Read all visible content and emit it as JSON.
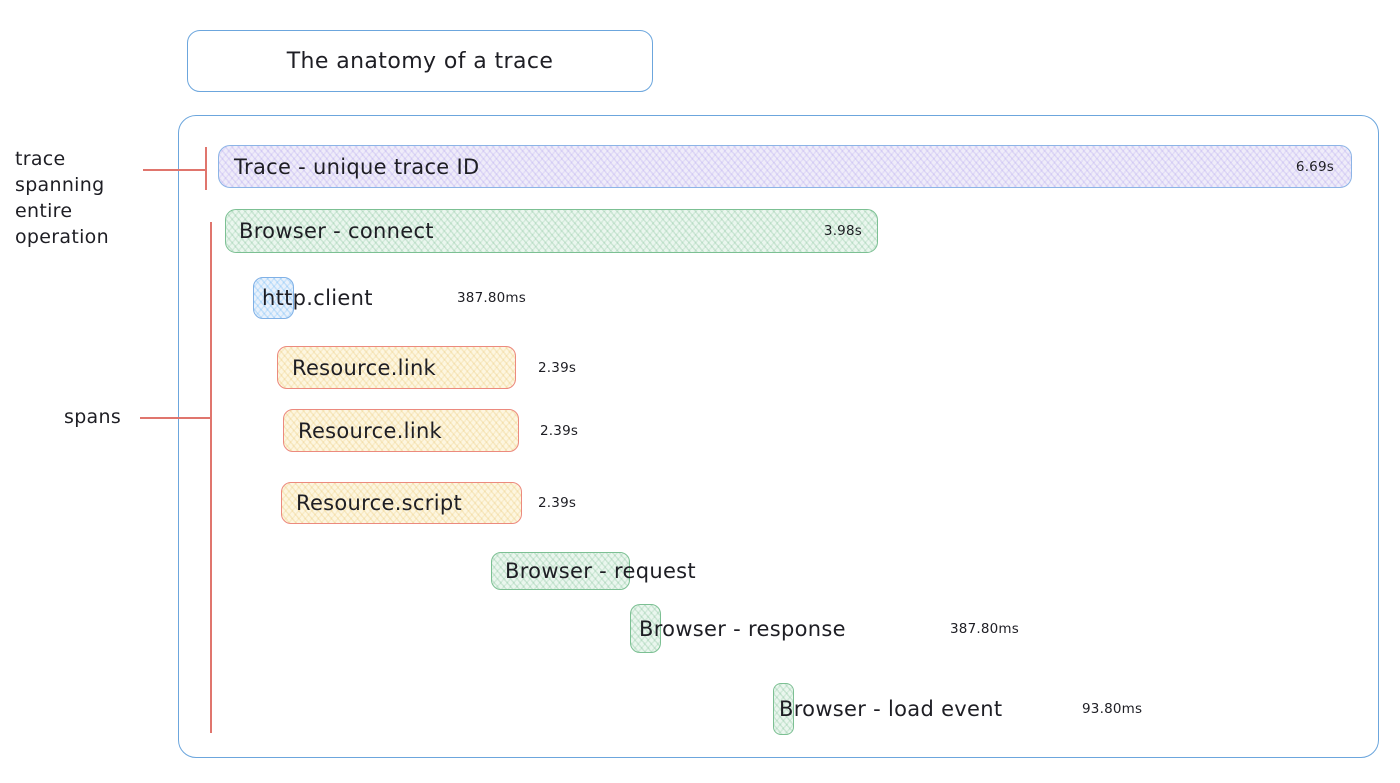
{
  "title": "The anatomy of a trace",
  "annotations": {
    "trace_lines": [
      "trace",
      "spanning",
      "entire",
      "operation"
    ],
    "spans_label": "spans"
  },
  "spans": [
    {
      "label": "Trace - unique trace ID",
      "duration": "6.69s",
      "kind": "trace"
    },
    {
      "label": "Browser - connect",
      "duration": "3.98s",
      "kind": "browser"
    },
    {
      "label": "http.client",
      "duration": "387.80ms",
      "kind": "http"
    },
    {
      "label": "Resource.link",
      "duration": "2.39s",
      "kind": "resource"
    },
    {
      "label": "Resource.link",
      "duration": "2.39s",
      "kind": "resource"
    },
    {
      "label": "Resource.script",
      "duration": "2.39s",
      "kind": "resource"
    },
    {
      "label": "Browser - request",
      "duration": "",
      "kind": "browser"
    },
    {
      "label": "Browser - response",
      "duration": "387.80ms",
      "kind": "browser"
    },
    {
      "label": "Browser - load event",
      "duration": "93.80ms",
      "kind": "browser"
    }
  ],
  "colors": {
    "outline_blue": "#6ca6dd",
    "trace_fill": "#efecf9",
    "trace_border": "#8cb4e6",
    "browser_green_border": "#7cc093",
    "browser_green_fill": "#eaf6ee",
    "resource_yellow_fill": "#fdf6e0",
    "resource_red_border": "#ec8a7e",
    "http_blue_fill": "#e9f1fb",
    "http_blue_border": "#7fb0e6",
    "annotation_red": "#e0756d",
    "text": "#1e1e24"
  }
}
